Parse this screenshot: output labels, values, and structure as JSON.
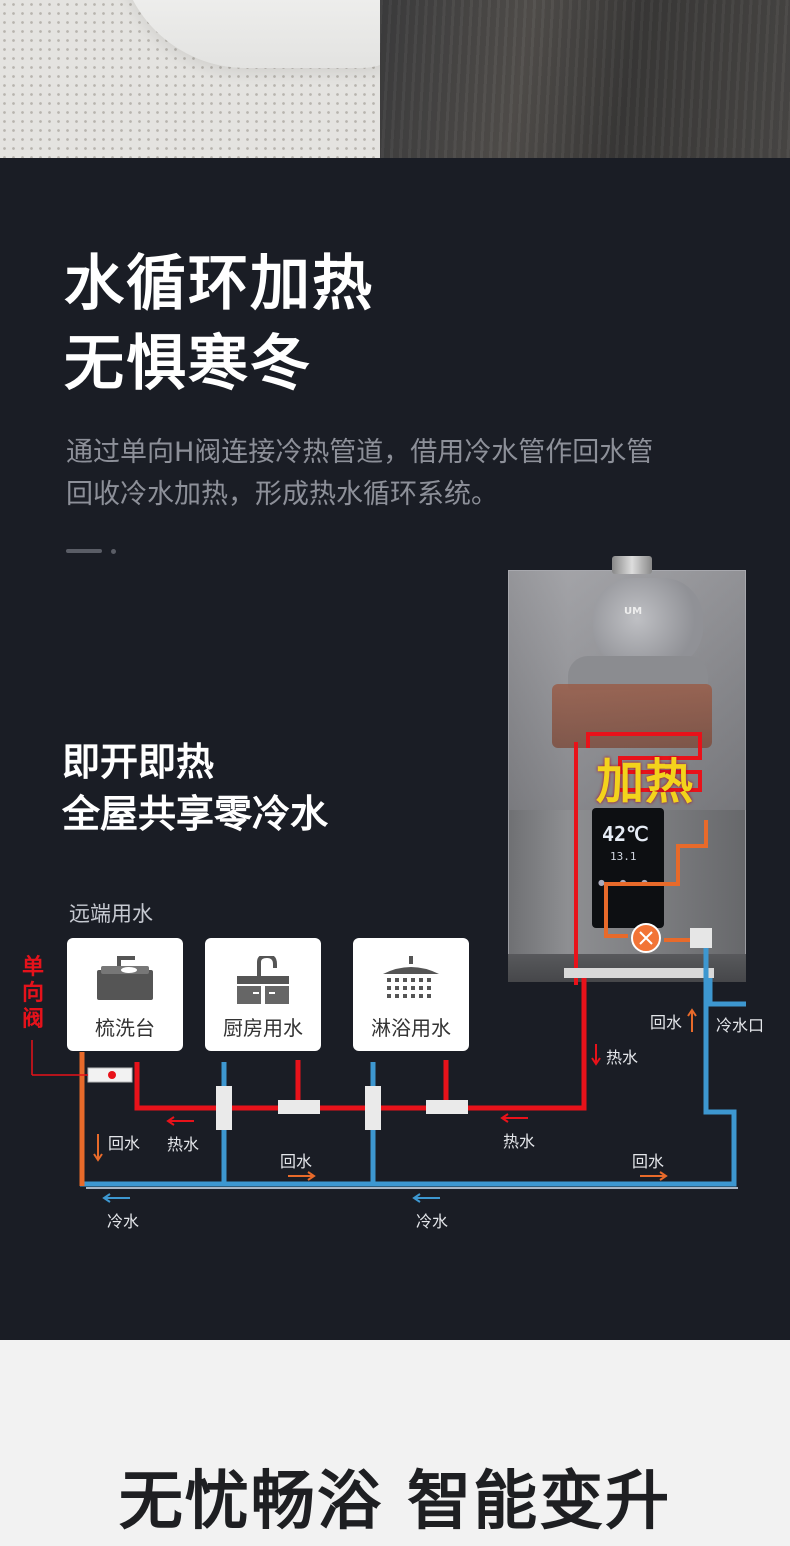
{
  "headline": {
    "line1": "水循环加热",
    "line2": "无惧寒冬"
  },
  "description": {
    "line1": "通过单向H阀连接冷热管道，借用冷水管作回水管",
    "line2": "回收冷水加热，形成热水循环系统。"
  },
  "subhead": {
    "line1": "即开即热",
    "line2": "全屋共享零冷水"
  },
  "heater": {
    "heat_label": "加热",
    "display_temp": "42℃",
    "display_small": "13.1",
    "logo": "UM"
  },
  "remote_label": "远端用水",
  "fixtures": [
    {
      "label": "梳洗台",
      "icon": "sink-icon"
    },
    {
      "label": "厨房用水",
      "icon": "kitchen-faucet-icon"
    },
    {
      "label": "淋浴用水",
      "icon": "shower-icon"
    }
  ],
  "valve_label": "单向阀",
  "pipe_labels": {
    "hot_water": "热水",
    "return_water": "回水",
    "cold_water": "冷水",
    "cold_inlet": "冷水口"
  },
  "colors": {
    "hot": "#e8121a",
    "cold": "#3d97d0",
    "return": "#e86a2a",
    "background": "#1a1d25"
  },
  "bottom_title": "无忧畅浴 智能变升"
}
